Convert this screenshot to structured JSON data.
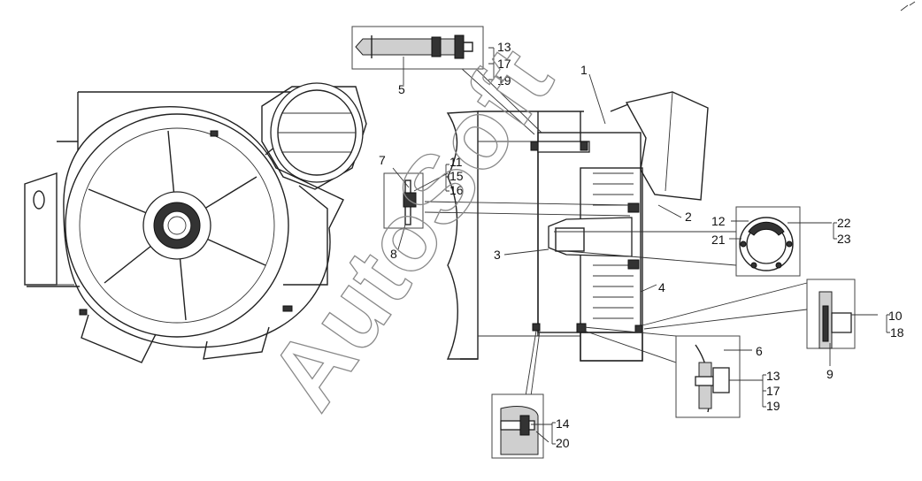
{
  "watermark": "AutoSoft",
  "callouts": [
    "1",
    "2",
    "3",
    "4",
    "5",
    "6",
    "7",
    "8",
    "9",
    "10",
    "11",
    "12",
    "13",
    "14",
    "15",
    "16",
    "17",
    "18",
    "19",
    "20",
    "21",
    "22",
    "23"
  ],
  "detail_groups": {
    "bolt_top": [
      "13",
      "17",
      "19"
    ],
    "bracket_left": [
      "11",
      "15",
      "16"
    ],
    "ring_right": [
      "22",
      "23"
    ],
    "clamp_right": [
      "10",
      "18"
    ],
    "bolt_mid": [
      "13",
      "17",
      "19"
    ],
    "bolt_bottom": [
      "14",
      "20"
    ]
  }
}
